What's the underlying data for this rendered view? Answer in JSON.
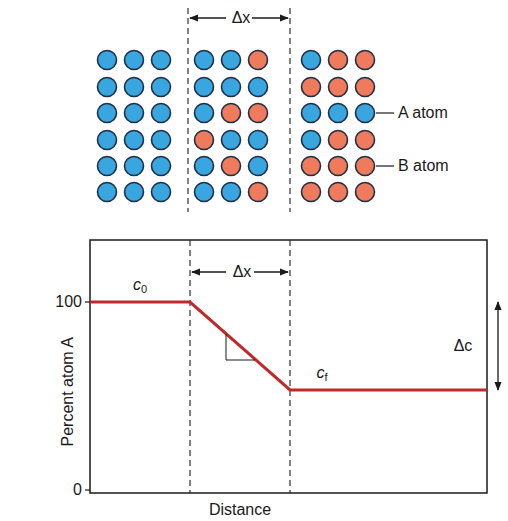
{
  "diagram": {
    "labels": [
      "Δx",
      "A atom",
      "B atom",
      "100",
      "0",
      "Percent atom A",
      "Distance",
      "c0",
      "Δx",
      "cf",
      "Δc"
    ]
  }
}
